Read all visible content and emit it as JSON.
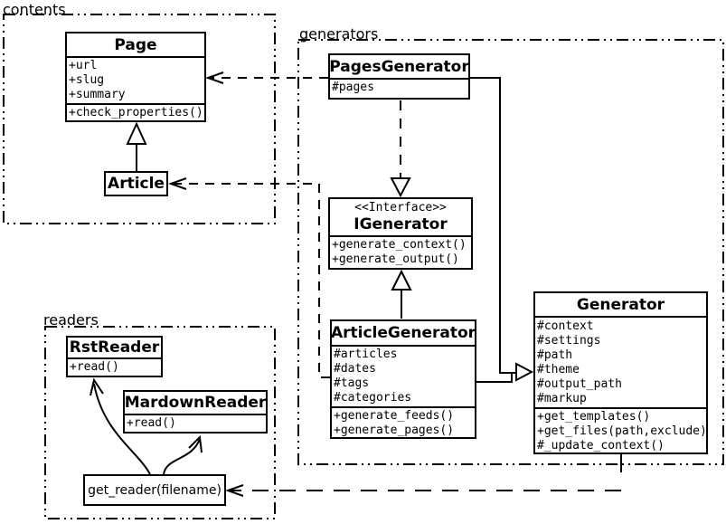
{
  "diagram": {
    "background_color": "#ffffff",
    "line_color": "#000000"
  },
  "packages": {
    "contents": {
      "label": "contents"
    },
    "generators": {
      "label": "generators"
    },
    "readers": {
      "label": "readers"
    }
  },
  "classes": {
    "page": {
      "name": "Page",
      "attributes": [
        "+url",
        "+slug",
        "+summary"
      ],
      "methods": [
        "+check_properties()"
      ]
    },
    "article": {
      "name": "Article"
    },
    "pages_generator": {
      "name": "PagesGenerator",
      "attributes": [
        "#pages"
      ]
    },
    "igenerator": {
      "stereotype": "<<Interface>>",
      "name": "IGenerator",
      "methods": [
        "+generate_context()",
        "+generate_output()"
      ]
    },
    "article_generator": {
      "name": "ArticleGenerator",
      "attributes": [
        "#articles",
        "#dates",
        "#tags",
        "#categories"
      ],
      "methods": [
        "+generate_feeds()",
        "+generate_pages()"
      ]
    },
    "generator": {
      "name": "Generator",
      "attributes": [
        "#context",
        "#settings",
        "#path",
        "#theme",
        "#output_path",
        "#markup"
      ],
      "methods": [
        "+get_templates()",
        "+get_files(path,exclude)",
        "#_update_context()"
      ]
    },
    "rst_reader": {
      "name": "RstReader",
      "methods": [
        "+read()"
      ]
    },
    "markdown_reader": {
      "name": "MardownReader",
      "methods": [
        "+read()"
      ]
    },
    "get_reader": {
      "label": "get_reader(filename)"
    }
  }
}
